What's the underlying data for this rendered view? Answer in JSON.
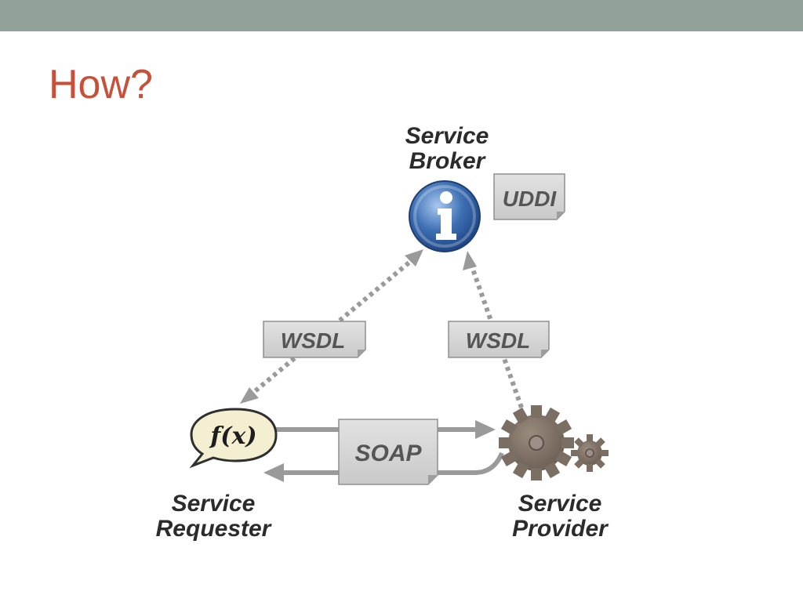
{
  "slide": {
    "title": "How?"
  },
  "colors": {
    "top_bar": "#92a19a",
    "title": "#c8503a",
    "label_text": "#2b2b2b",
    "doc_fill": "#d4d4d4",
    "doc_text": "#555555",
    "arrow": "#9a9a9a",
    "gear": "#7b6e63",
    "info_blue": "#3d6fb3",
    "bubble_fill": "#f5efd2"
  },
  "diagram": {
    "broker": {
      "label_line1": "Service",
      "label_line2": "Broker",
      "icon": "info-icon",
      "registry_label": "UDDI"
    },
    "requester": {
      "label_line1": "Service",
      "label_line2": "Requester",
      "icon": "function-bubble-icon",
      "icon_text": "f(x)"
    },
    "provider": {
      "label_line1": "Service",
      "label_line2": "Provider",
      "icon": "gears-icon"
    },
    "messages": {
      "wsdl_left": "WSDL",
      "wsdl_right": "WSDL",
      "soap": "SOAP"
    }
  }
}
